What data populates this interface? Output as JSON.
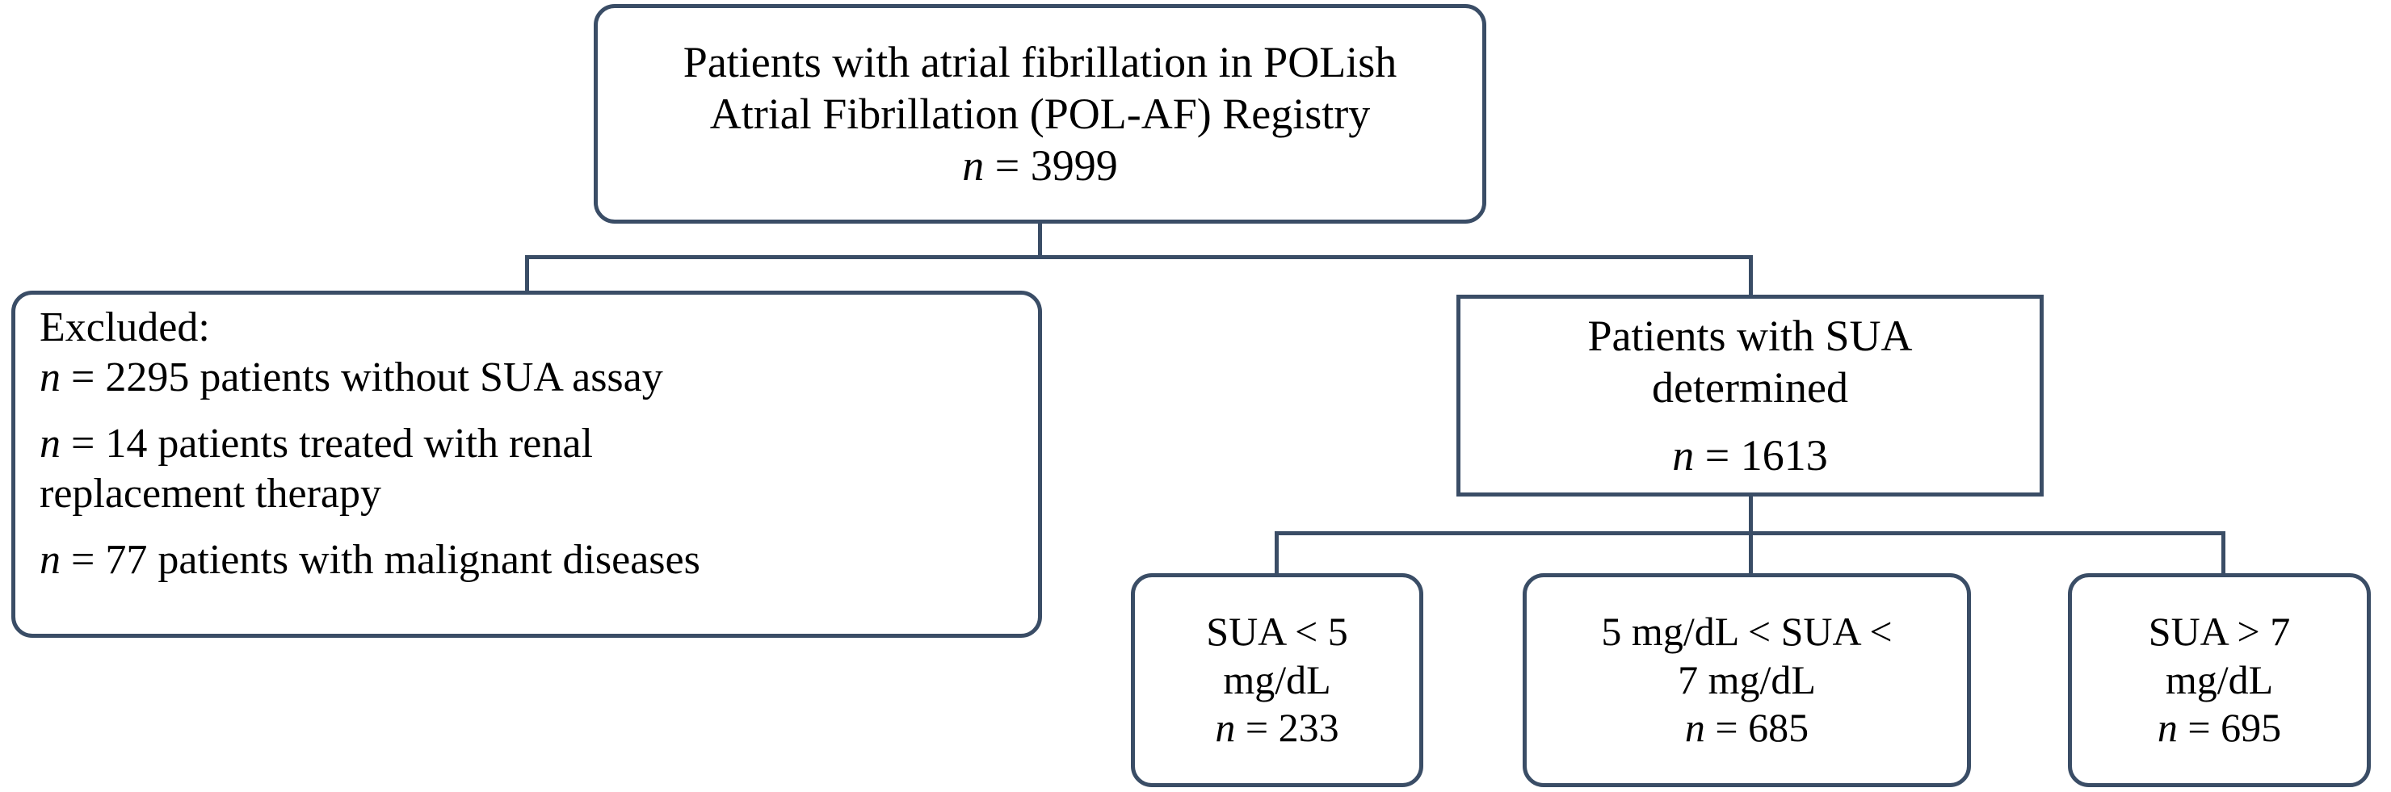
{
  "figure": {
    "type": "flowchart",
    "orientation": "top-down",
    "border_color": "#3a4d66",
    "background_color": "#ffffff",
    "text_color": "#000000"
  },
  "nodes": {
    "root": {
      "name": "Patients with atrial fibrillation in POLish Atrial Fibrillation (POL-AF) Registry",
      "line1": "Patients with atrial fibrillation in POLish",
      "line2": "Atrial Fibrillation (POL-AF) Registry",
      "n_symbol": "n",
      "n_equals": " = ",
      "n_value": "3999",
      "count": 3999
    },
    "excluded": {
      "heading": "Excluded:",
      "items": [
        {
          "n_symbol": "n",
          "n_equals": " = ",
          "n_value": "2295",
          "count": 2295,
          "text": " patients without SUA assay",
          "line2": ""
        },
        {
          "n_symbol": "n",
          "n_equals": " = ",
          "n_value": "14",
          "count": 14,
          "text": " patients treated with renal",
          "line2": "replacement therapy"
        },
        {
          "n_symbol": "n",
          "n_equals": " = ",
          "n_value": "77",
          "count": 77,
          "text": " patients with malignant diseases",
          "line2": ""
        }
      ]
    },
    "sua_determined": {
      "line1": "Patients with SUA",
      "line2": "determined",
      "n_symbol": "n",
      "n_equals": " = ",
      "n_value": "1613",
      "count": 1613
    },
    "sua_low": {
      "line1": "SUA < 5",
      "line2": "mg/dL",
      "n_symbol": "n",
      "n_equals": " = ",
      "n_value": "233",
      "count": 233
    },
    "sua_mid": {
      "line1": "5 mg/dL < SUA <",
      "line2": "7 mg/dL",
      "n_symbol": "n",
      "n_equals": " = ",
      "n_value": "685",
      "count": 685
    },
    "sua_high": {
      "line1": "SUA > 7",
      "line2": "mg/dL",
      "n_symbol": "n",
      "n_equals": " = ",
      "n_value": "695",
      "count": 695
    }
  }
}
